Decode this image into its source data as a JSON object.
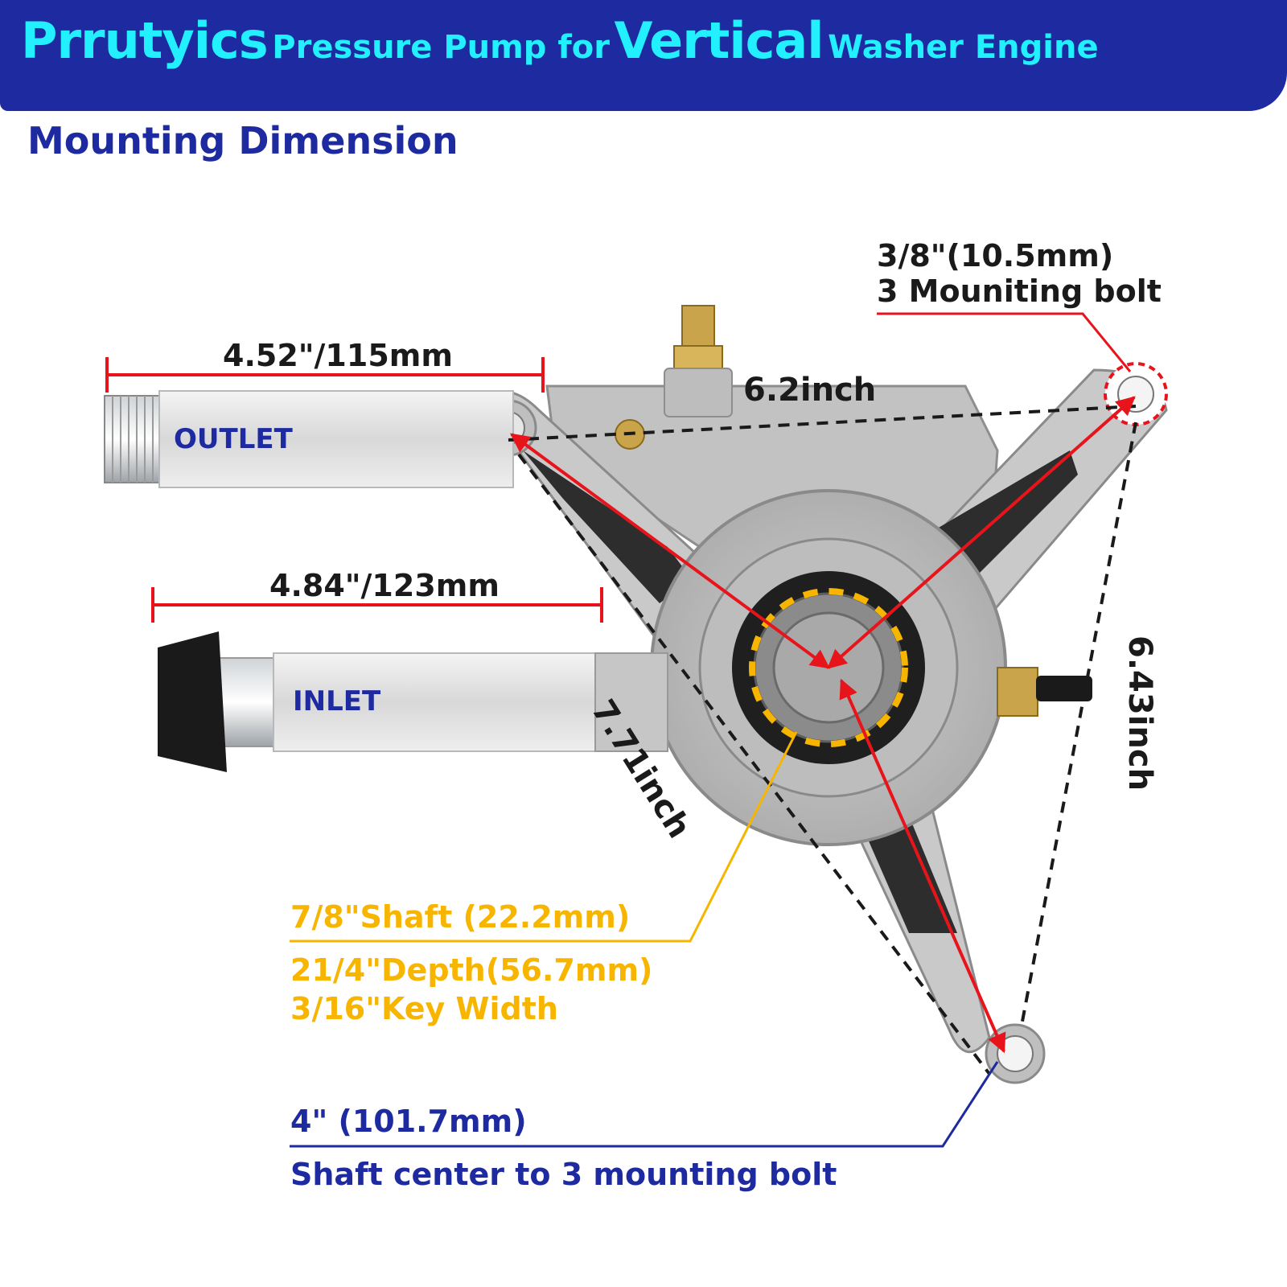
{
  "banner": {
    "brand": "Prrutyics",
    "part1": "Pressure Pump for",
    "emph": "Vertical",
    "part2": "Washer Engine"
  },
  "subtitle": "Mounting Dimension",
  "pipes": {
    "outlet": "OUTLET",
    "inlet": "INLET"
  },
  "dimensions": {
    "outlet_length": "4.52\"/115mm",
    "inlet_length": "4.84\"/123mm",
    "top_span": "6.2inch",
    "diag_span": "7.71inch",
    "right_span": "6.43inch"
  },
  "bolt_note": {
    "line1": "3/8\"(10.5mm)",
    "line2": "3 Mouniting bolt"
  },
  "shaft_note": {
    "line1": "7/8\"Shaft (22.2mm)",
    "line2": "21/4\"Depth(56.7mm)",
    "line3": "3/16\"Key Width"
  },
  "center_note": {
    "line1": "4\" (101.7mm)",
    "line2": "Shaft center to 3 mounting bolt"
  },
  "colors": {
    "banner": "#1e2aa0",
    "banner_text": "#22f0ff",
    "navy_text": "#1e2aa0",
    "arrow_red": "#e8141b",
    "shaft_orange": "#f7b500"
  }
}
